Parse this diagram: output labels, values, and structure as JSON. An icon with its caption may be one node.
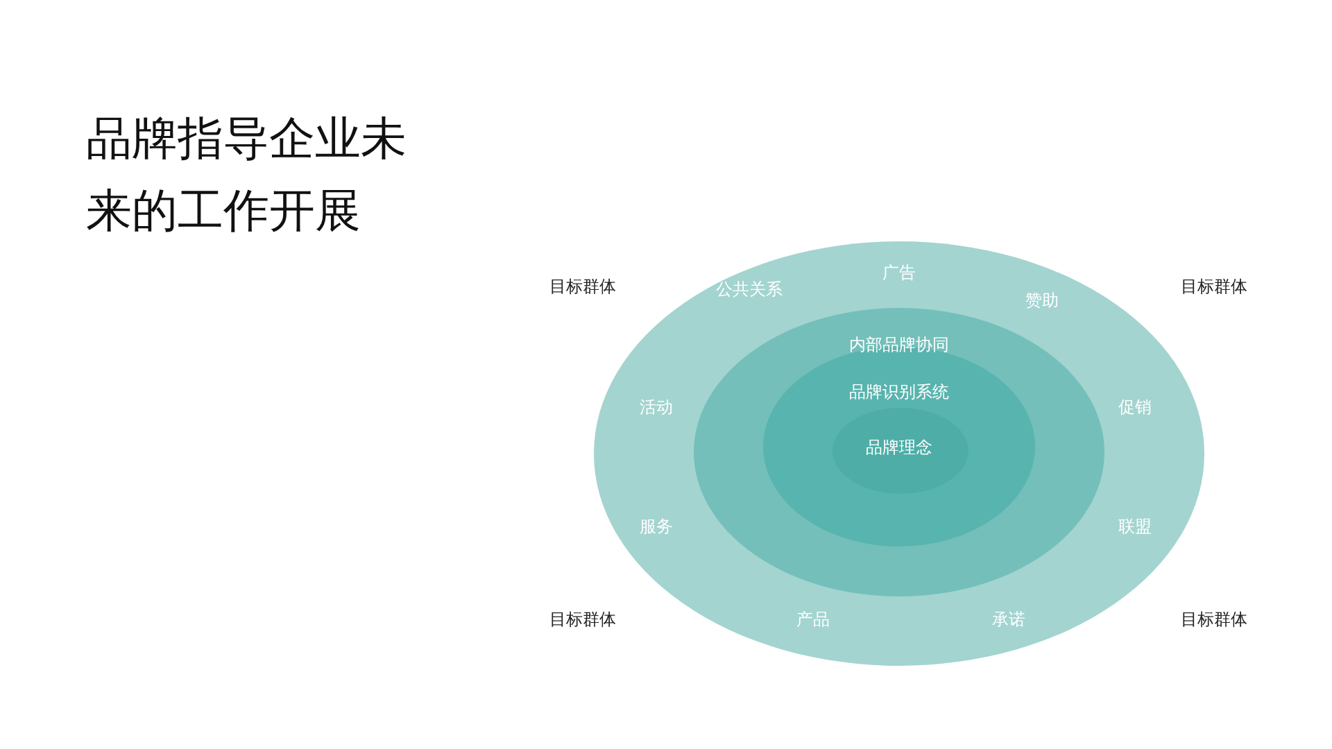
{
  "diagram": {
    "title": "品牌指导企业未来的工作开展",
    "nodes": [
      {
        "text": [
          "广告",
          "公共关系",
          "赞助",
          "活动",
          "促销",
          "服务",
          "联盟",
          "产品",
          "承诺"
        ]
      },
      {
        "text": [
          "内部品牌协同"
        ],
        "in": 0
      },
      {
        "text": [
          "品牌识别系统"
        ],
        "in": 1
      },
      {
        "text": [
          "品牌理念"
        ],
        "in": 2
      }
    ],
    "labels": [
      "目标群体",
      "目标群体",
      "目标群体",
      "目标群体"
    ]
  }
}
